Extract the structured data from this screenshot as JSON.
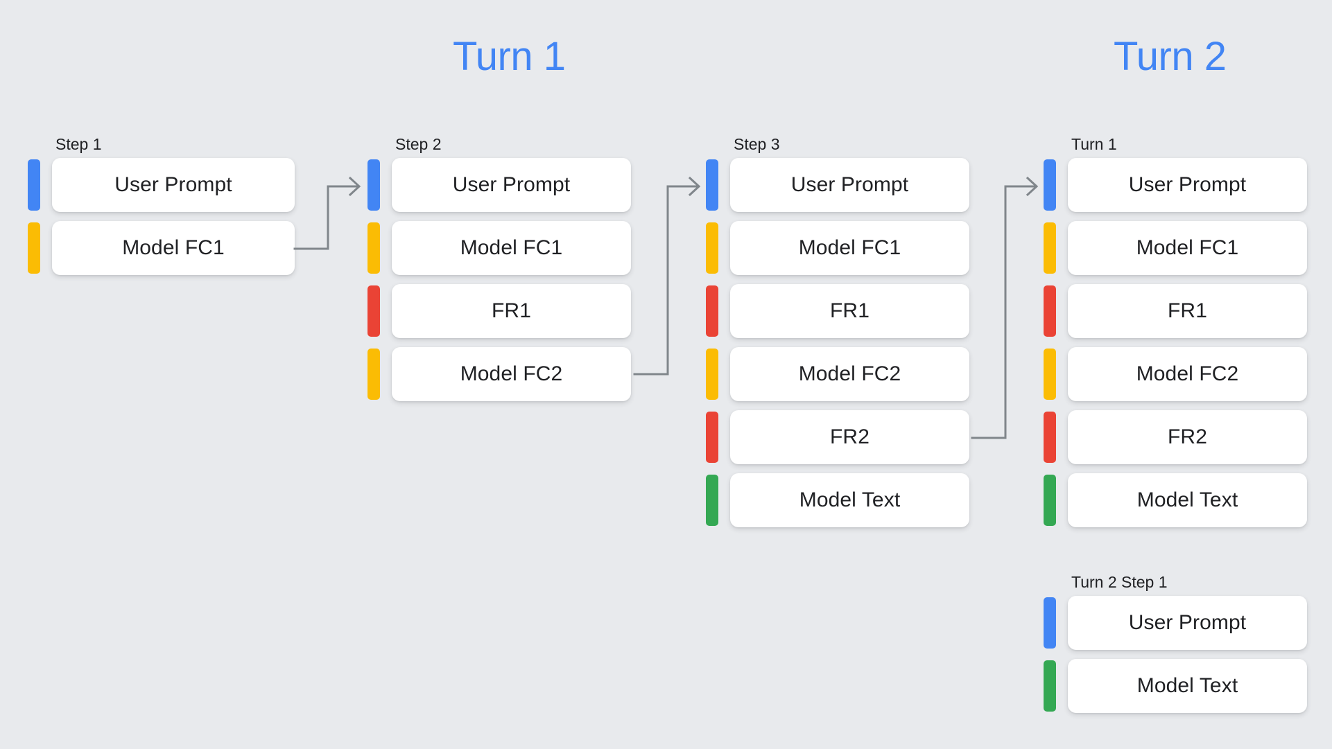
{
  "background_color": "#E8EAED",
  "palette": {
    "blue": "#4285F4",
    "yellow": "#FBBC04",
    "red": "#EA4335",
    "green": "#34A853",
    "card_bg": "#FFFFFF",
    "text": "#202124",
    "connector": "#80868B"
  },
  "headings": {
    "turn1": "Turn 1",
    "turn2": "Turn 2"
  },
  "columns": [
    {
      "id": "step1",
      "label": "Step 1",
      "rows": [
        {
          "label": "User Prompt",
          "color": "#4285F4",
          "role": "user-prompt"
        },
        {
          "label": "Model FC1",
          "color": "#FBBC04",
          "role": "model-function-call"
        }
      ]
    },
    {
      "id": "step2",
      "label": "Step 2",
      "rows": [
        {
          "label": "User Prompt",
          "color": "#4285F4",
          "role": "user-prompt"
        },
        {
          "label": "Model FC1",
          "color": "#FBBC04",
          "role": "model-function-call"
        },
        {
          "label": "FR1",
          "color": "#EA4335",
          "role": "function-response"
        },
        {
          "label": "Model FC2",
          "color": "#FBBC04",
          "role": "model-function-call"
        }
      ]
    },
    {
      "id": "step3",
      "label": "Step 3",
      "rows": [
        {
          "label": "User Prompt",
          "color": "#4285F4",
          "role": "user-prompt"
        },
        {
          "label": "Model FC1",
          "color": "#FBBC04",
          "role": "model-function-call"
        },
        {
          "label": "FR1",
          "color": "#EA4335",
          "role": "function-response"
        },
        {
          "label": "Model FC2",
          "color": "#FBBC04",
          "role": "model-function-call"
        },
        {
          "label": "FR2",
          "color": "#EA4335",
          "role": "function-response"
        },
        {
          "label": "Model Text",
          "color": "#34A853",
          "role": "model-text"
        }
      ]
    },
    {
      "id": "turn1",
      "label": "Turn 1",
      "rows": [
        {
          "label": "User Prompt",
          "color": "#4285F4",
          "role": "user-prompt"
        },
        {
          "label": "Model FC1",
          "color": "#FBBC04",
          "role": "model-function-call"
        },
        {
          "label": "FR1",
          "color": "#EA4335",
          "role": "function-response"
        },
        {
          "label": "Model FC2",
          "color": "#FBBC04",
          "role": "model-function-call"
        },
        {
          "label": "FR2",
          "color": "#EA4335",
          "role": "function-response"
        },
        {
          "label": "Model Text",
          "color": "#34A853",
          "role": "model-text"
        }
      ]
    },
    {
      "id": "turn2step1",
      "label": "Turn 2 Step 1",
      "rows": [
        {
          "label": "User Prompt",
          "color": "#4285F4",
          "role": "user-prompt"
        },
        {
          "label": "Model Text",
          "color": "#34A853",
          "role": "model-text"
        }
      ]
    }
  ],
  "connectors": [
    {
      "id": "step1-to-step2",
      "from": "Model FC1",
      "to": "Step 2"
    },
    {
      "id": "step2-to-step3",
      "from": "Model FC2",
      "to": "Step 3"
    },
    {
      "id": "step3-to-turn1",
      "from": "FR2",
      "to": "Turn 1"
    }
  ]
}
